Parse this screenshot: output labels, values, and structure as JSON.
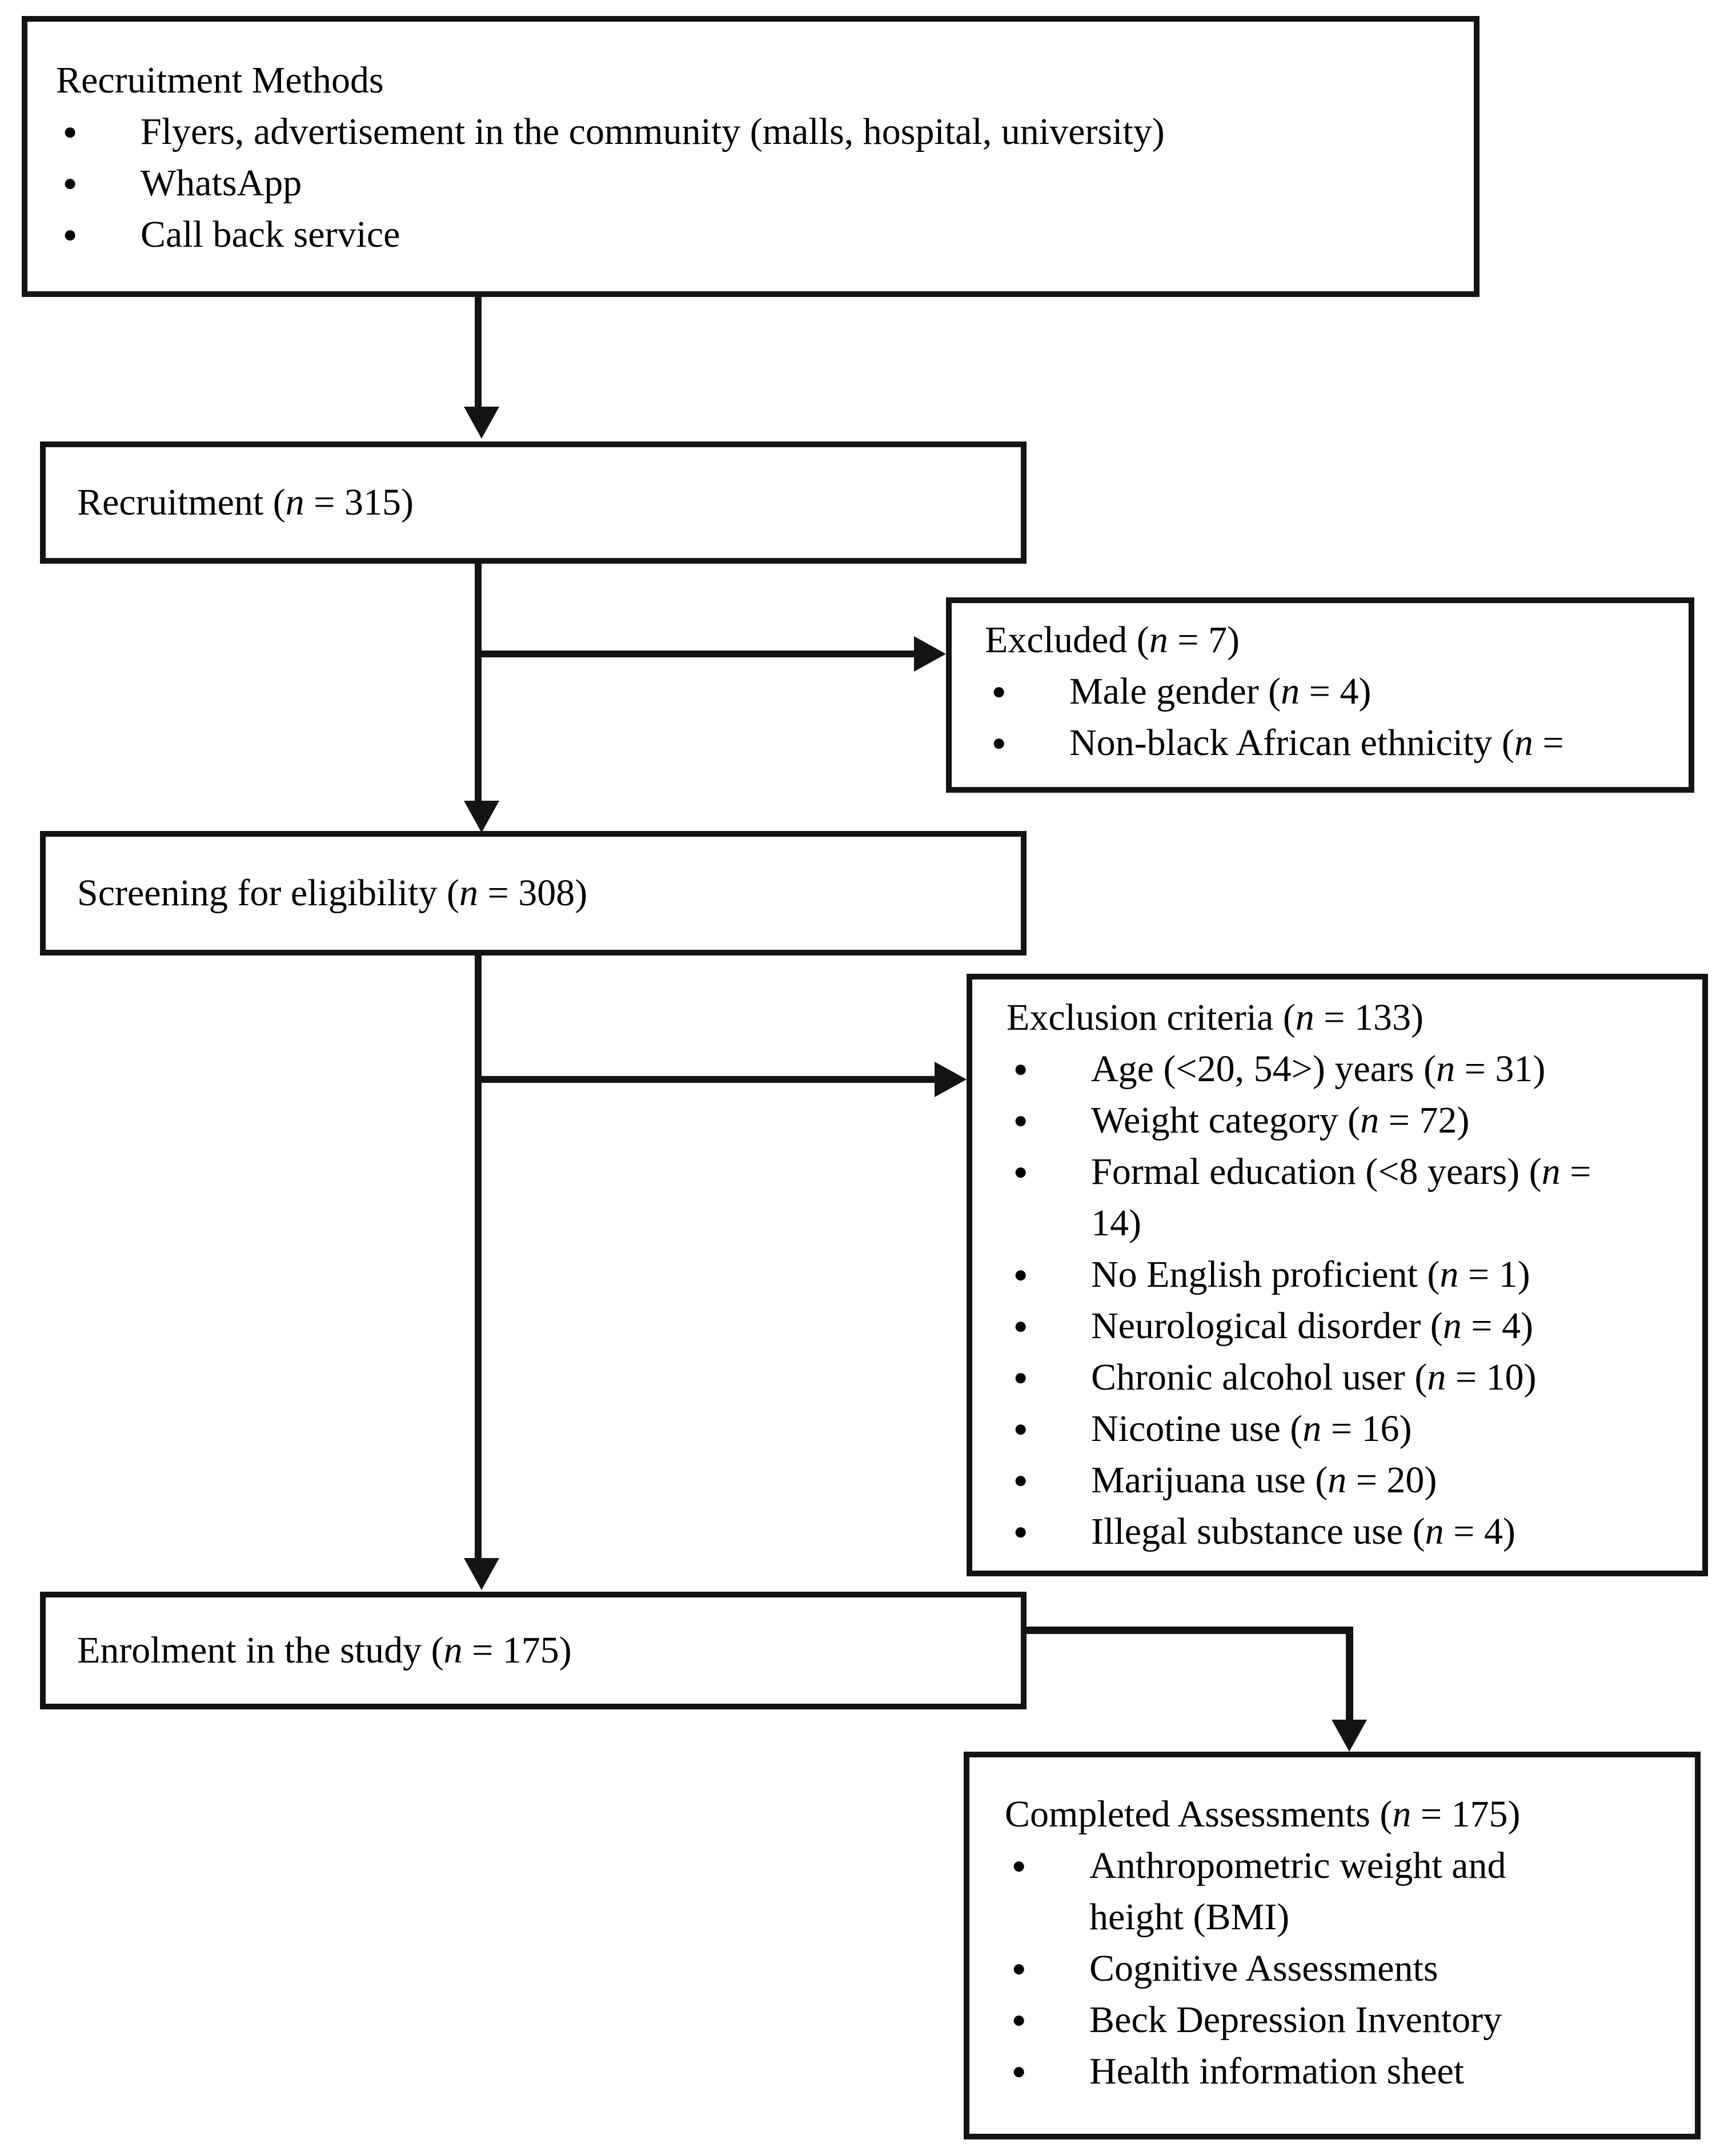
{
  "colors": {
    "ink": "#141414",
    "background": "#ffffff"
  },
  "diagram": {
    "boxes": {
      "recruitment_methods": {
        "title": "Recruitment Methods",
        "bullets": [
          "Flyers, advertisement in the community (malls, hospital, university)",
          "WhatsApp",
          "Call back service"
        ]
      },
      "recruitment": {
        "title": "Recruitment (n = 315)"
      },
      "excluded": {
        "title": "Excluded (n = 7)",
        "bullets": [
          "Male gender (n = 4)",
          "Non-black African ethnicity (n ="
        ]
      },
      "screening": {
        "title": "Screening for eligibility (n = 308)"
      },
      "exclusion_criteria": {
        "title": "Exclusion criteria (n = 133)",
        "bullets": [
          "Age (<20, 54>) years (n = 31)",
          "Weight category (n = 72)",
          "Formal education (<8 years) (n =\n14)",
          "No English proficient (n = 1)",
          "Neurological disorder (n = 4)",
          "Chronic alcohol user (n = 10)",
          "Nicotine use (n = 16)",
          "Marijuana use (n = 20)",
          "Illegal substance use (n = 4)"
        ]
      },
      "enrolment": {
        "title": "Enrolment in the study (n = 175)"
      },
      "completed_assessments": {
        "title": "Completed Assessments (n = 175)",
        "bullets": [
          "Anthropometric weight and\nheight (BMI)",
          "Cognitive Assessments",
          "Beck Depression Inventory",
          "Health information sheet"
        ]
      }
    },
    "edges": [
      {
        "from": "recruitment_methods",
        "to": "recruitment"
      },
      {
        "from": "recruitment",
        "to": "excluded"
      },
      {
        "from": "recruitment",
        "to": "screening"
      },
      {
        "from": "screening",
        "to": "exclusion_criteria"
      },
      {
        "from": "screening",
        "to": "enrolment"
      },
      {
        "from": "enrolment",
        "to": "completed_assessments"
      }
    ]
  }
}
